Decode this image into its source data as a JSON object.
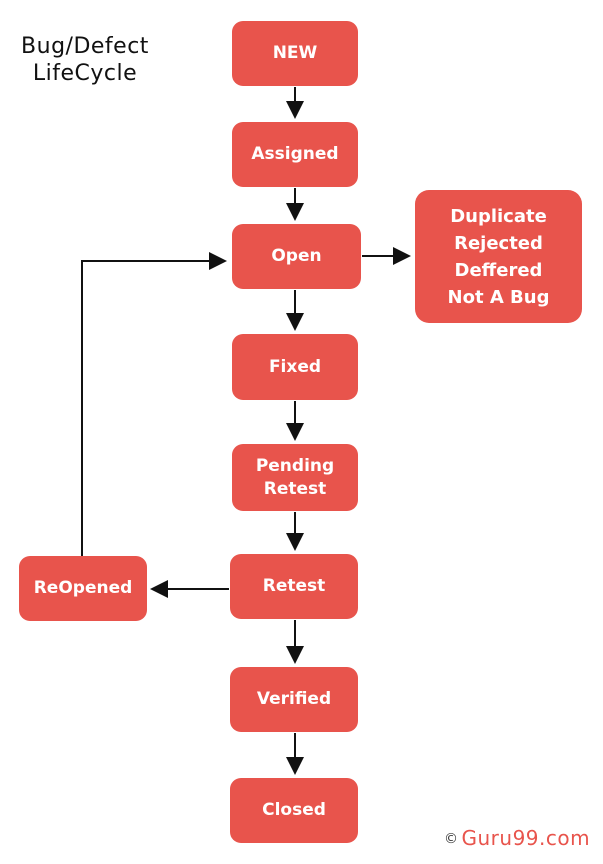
{
  "title": {
    "line1": "Bug/Defect",
    "line2": "LifeCycle"
  },
  "colors": {
    "node_fill": "#E8544C",
    "node_text": "#FFFFFF",
    "arrow": "#111111",
    "background": "#FFFFFF",
    "watermark_text": "#E8544C",
    "copyright_symbol": "#3A3A3A"
  },
  "nodes": [
    {
      "id": "new",
      "label": "NEW"
    },
    {
      "id": "assigned",
      "label": "Assigned"
    },
    {
      "id": "open",
      "label": "Open"
    },
    {
      "id": "fixed",
      "label": "Fixed"
    },
    {
      "id": "pending-retest",
      "label": "Pending Retest",
      "lines": [
        "Pending",
        "Retest"
      ]
    },
    {
      "id": "retest",
      "label": "Retest"
    },
    {
      "id": "verified",
      "label": "Verified"
    },
    {
      "id": "closed",
      "label": "Closed"
    },
    {
      "id": "terminal-states",
      "label": "Duplicate Rejected Deffered Not A Bug",
      "lines": [
        "Duplicate",
        "Rejected",
        "Deffered",
        "Not A Bug"
      ]
    },
    {
      "id": "reopened",
      "label": "ReOpened"
    }
  ],
  "edges": [
    {
      "from": "new",
      "to": "assigned"
    },
    {
      "from": "assigned",
      "to": "open"
    },
    {
      "from": "open",
      "to": "fixed"
    },
    {
      "from": "open",
      "to": "terminal-states"
    },
    {
      "from": "fixed",
      "to": "pending-retest"
    },
    {
      "from": "pending-retest",
      "to": "retest"
    },
    {
      "from": "retest",
      "to": "reopened"
    },
    {
      "from": "reopened",
      "to": "open"
    },
    {
      "from": "retest",
      "to": "verified"
    },
    {
      "from": "verified",
      "to": "closed"
    }
  ],
  "watermark": {
    "copyright": "©",
    "text": "Guru99.com"
  }
}
